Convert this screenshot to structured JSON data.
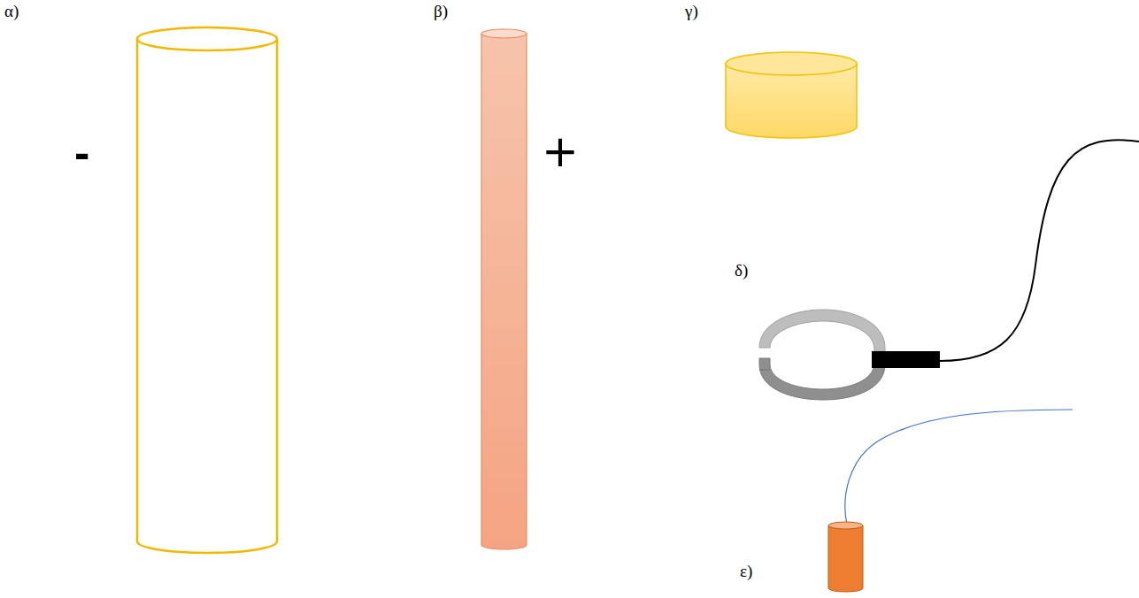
{
  "diagram": {
    "labels": [
      "α)",
      "-",
      "β)",
      "+",
      "γ)",
      "δ)",
      "ε)"
    ]
  }
}
